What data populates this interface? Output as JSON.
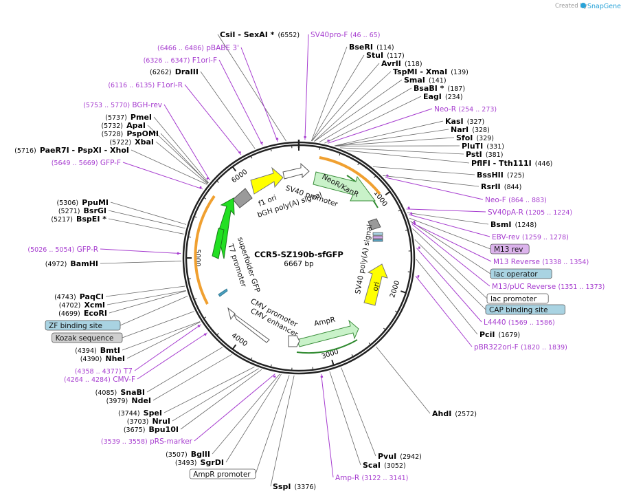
{
  "credit": {
    "text": "Created by",
    "brand": "SnapGene",
    "brand_color": "#2aa3d8"
  },
  "center": {
    "title": "CCR5-SZ190b-sfGFP",
    "length": "6667 bp"
  },
  "ticks": [
    "1000",
    "2000",
    "3000",
    "4000",
    "5000",
    "6000"
  ],
  "features_inner": [
    {
      "label": "SV40 promoter",
      "color": "#ffffff"
    },
    {
      "label": "NeoR/KanR",
      "color": "#c9f2c9"
    },
    {
      "label": "f1 ori",
      "color": "#ffff00"
    },
    {
      "label": "bGH poly(A) signal",
      "color": "#ffffff"
    },
    {
      "label": "SV40 poly(A) signal",
      "color": "#ffffff"
    },
    {
      "label": "ori",
      "color": "#ffff00"
    },
    {
      "label": "AmpR",
      "color": "#c9f2c9"
    },
    {
      "label": "CMV promoter",
      "color": "#ffffff"
    },
    {
      "label": "CMV enhancer",
      "color": "#ffffff"
    },
    {
      "label": "superfolder GFP",
      "color": "#22e022"
    },
    {
      "label": "T7 promoter",
      "color": "#ffffff"
    }
  ],
  "sites_right": [
    {
      "name": "CsiI",
      "suffix": "- SexAI *",
      "pos": "(6552)"
    },
    {
      "name": "BseRI",
      "pos": "(114)"
    },
    {
      "name": "StuI",
      "pos": "(117)"
    },
    {
      "name": "AvrII",
      "pos": "(118)"
    },
    {
      "name": "TspMI",
      "suffix": "- XmaI",
      "pos": "(139)"
    },
    {
      "name": "SmaI",
      "pos": "(141)"
    },
    {
      "name": "BsaBI *",
      "pos": "(187)"
    },
    {
      "name": "EagI",
      "pos": "(234)"
    },
    {
      "name": "KasI",
      "pos": "(327)"
    },
    {
      "name": "NarI",
      "pos": "(328)"
    },
    {
      "name": "SfoI",
      "pos": "(329)"
    },
    {
      "name": "PluTI",
      "pos": "(331)"
    },
    {
      "name": "PstI",
      "pos": "(381)"
    },
    {
      "name": "PflFI",
      "suffix": "- Tth111I",
      "pos": "(446)"
    },
    {
      "name": "BssHII",
      "pos": "(725)"
    },
    {
      "name": "RsrII",
      "pos": "(844)"
    },
    {
      "name": "BsmI",
      "pos": "(1248)"
    },
    {
      "name": "PciI",
      "pos": "(1679)"
    },
    {
      "name": "AhdI",
      "pos": "(2572)"
    },
    {
      "name": "PvuI",
      "pos": "(2942)"
    },
    {
      "name": "ScaI",
      "pos": "(3052)"
    },
    {
      "name": "SspI",
      "pos": "(3376)"
    }
  ],
  "sites_left": [
    {
      "name": "DraIII",
      "pos": "(6262)"
    },
    {
      "name": "PmeI",
      "pos": "(5737)"
    },
    {
      "name": "ApaI",
      "pos": "(5732)"
    },
    {
      "name": "PspOMI",
      "pos": "(5728)"
    },
    {
      "name": "XbaI",
      "pos": "(5722)"
    },
    {
      "name": "PaeR7I",
      "suffix": "- PspXI - XhoI",
      "pos": "(5716)"
    },
    {
      "name": "PpuMI",
      "pos": "(5306)"
    },
    {
      "name": "BsrGI",
      "pos": "(5271)"
    },
    {
      "name": "BspEI *",
      "pos": "(5217)"
    },
    {
      "name": "BamHI",
      "pos": "(4972)"
    },
    {
      "name": "PaqCI",
      "pos": "(4743)"
    },
    {
      "name": "XcmI",
      "pos": "(4702)"
    },
    {
      "name": "EcoRI",
      "pos": "(4699)"
    },
    {
      "name": "BmtI",
      "pos": "(4394)"
    },
    {
      "name": "NheI",
      "pos": "(4390)"
    },
    {
      "name": "SnaBI",
      "pos": "(4085)"
    },
    {
      "name": "NdeI",
      "pos": "(3979)"
    },
    {
      "name": "SpeI",
      "pos": "(3744)"
    },
    {
      "name": "NruI",
      "pos": "(3703)"
    },
    {
      "name": "Bpu10I",
      "pos": "(3675)"
    },
    {
      "name": "BglII",
      "pos": "(3507)"
    },
    {
      "name": "SgrDI",
      "pos": "(3493)"
    }
  ],
  "primers": [
    {
      "name": "SV40pro-F",
      "range": "(46 .. 65)"
    },
    {
      "name": "pBABE 3'",
      "range": "(6466 .. 6486)"
    },
    {
      "name": "F1ori-F",
      "range": "(6326 .. 6347)"
    },
    {
      "name": "F1ori-R",
      "range": "(6116 .. 6135)"
    },
    {
      "name": "BGH-rev",
      "range": "(5753 .. 5770)"
    },
    {
      "name": "GFP-F",
      "range": "(5649 .. 5669)"
    },
    {
      "name": "GFP-R",
      "range": "(5026 .. 5054)"
    },
    {
      "name": "T7",
      "range": "(4358 .. 4377)"
    },
    {
      "name": "CMV-F",
      "range": "(4264 .. 4284)"
    },
    {
      "name": "pRS-marker",
      "range": "(3539 .. 3558)"
    },
    {
      "name": "Amp-R",
      "range": "(3122 .. 3141)"
    },
    {
      "name": "Neo-R",
      "range": "(254 .. 273)"
    },
    {
      "name": "Neo-F",
      "range": "(864 .. 883)"
    },
    {
      "name": "SV40pA-R",
      "range": "(1205 .. 1224)"
    },
    {
      "name": "EBV-rev",
      "range": "(1259 .. 1278)"
    },
    {
      "name": "M13 Reverse",
      "range": "(1338 .. 1354)"
    },
    {
      "name": "M13/pUC Reverse",
      "range": "(1351 .. 1373)"
    },
    {
      "name": "L4440",
      "range": "(1569 .. 1586)"
    },
    {
      "name": "pBR322ori-F",
      "range": "(1820 .. 1839)"
    }
  ],
  "boxed_features": [
    {
      "name": "M13 rev",
      "color": "#dcb4ec"
    },
    {
      "name": "lac operator",
      "color": "#a9d3e2"
    },
    {
      "name": "lac promoter",
      "color": "#ffffff"
    },
    {
      "name": "CAP binding site",
      "color": "#a9d3e2"
    },
    {
      "name": "ZF binding site",
      "color": "#a9d3e2"
    },
    {
      "name": "Kozak sequence",
      "color": "#cfcfcf"
    },
    {
      "name": "AmpR promoter",
      "color": "#ffffff"
    }
  ]
}
